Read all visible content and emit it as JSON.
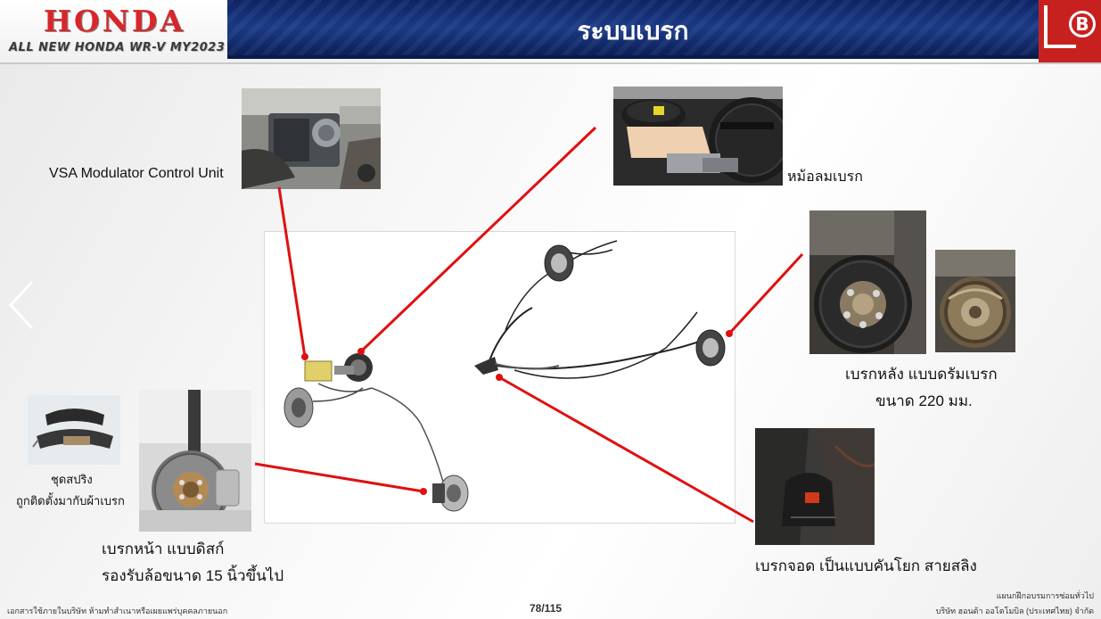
{
  "header": {
    "brand": "HONDA",
    "model": "ALL NEW HONDA WR-V  MY2023",
    "title": "ระบบเบรก",
    "right_logo_letter": "B"
  },
  "labels": {
    "vsa": "VSA Modulator Control Unit",
    "master_cylinder": "หม้อลมเบรก",
    "rear_brake_line1": "เบรกหลัง แบบดรัมเบรก",
    "rear_brake_line2": "ขนาด 220 มม.",
    "spring_line1": "ชุดสปริง",
    "spring_line2": "ถูกติดตั้งมากับผ้าเบรก",
    "front_brake_line1": "เบรกหน้า แบบดิสก์",
    "front_brake_line2": "รองรับล้อขนาด 15 นิ้วขึ้นไป",
    "parking_brake": "เบรกจอด เป็นแบบคันโยก สายสลิง"
  },
  "footer": {
    "left": "เอกสารใช้ภายในบริษัท ห้ามทำสำเนาหรือเผยแพร่บุคคลภายนอก",
    "page": "78/115",
    "right_line1": "แผนกฝึกอบรมการซ่อมทั่วไป",
    "right_line2": "บริษัท ฮอนด้า ออโตโมบิล (ประเทศไทย) จำกัด"
  },
  "nav": {
    "prev_icon": "chevron-left-icon"
  },
  "colors": {
    "brand_red": "#d8262a",
    "title_bar_blue": "#132c72",
    "callout_red": "#e01010"
  }
}
